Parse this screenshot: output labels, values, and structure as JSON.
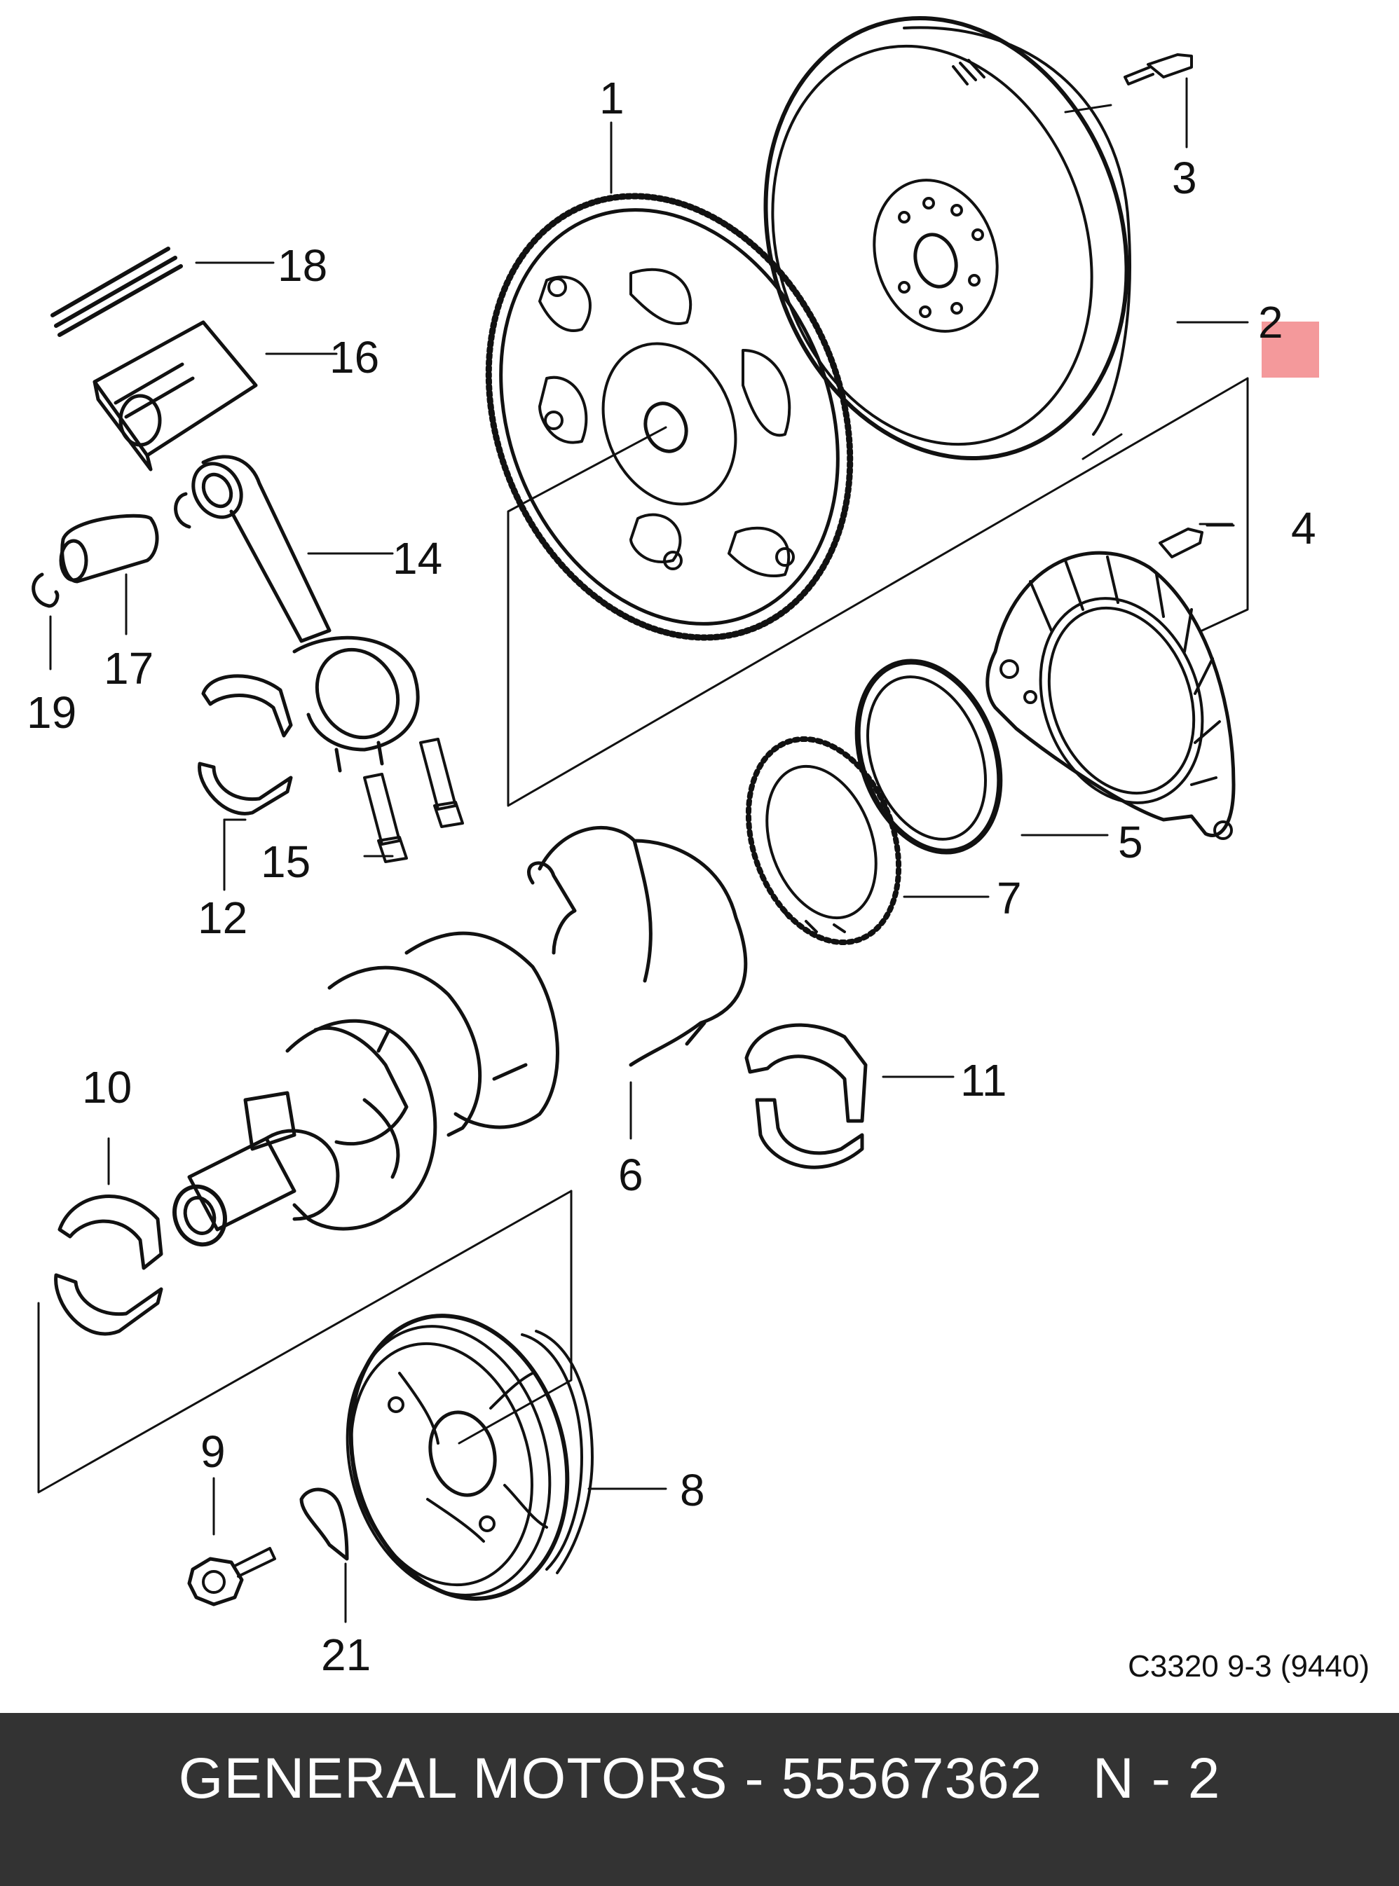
{
  "diagram": {
    "code": "C3320 9-3 (9440)",
    "highlight_color": "#f2878a",
    "callouts": [
      "1",
      "2",
      "3",
      "4",
      "5",
      "6",
      "7",
      "8",
      "9",
      "10",
      "11",
      "12",
      "14",
      "15",
      "16",
      "17",
      "18",
      "19",
      "21"
    ]
  },
  "footer": {
    "brand": "GENERAL MOTORS",
    "separator": " - ",
    "part_number": "55567362",
    "ref": "N - 2",
    "background": "#333333"
  }
}
